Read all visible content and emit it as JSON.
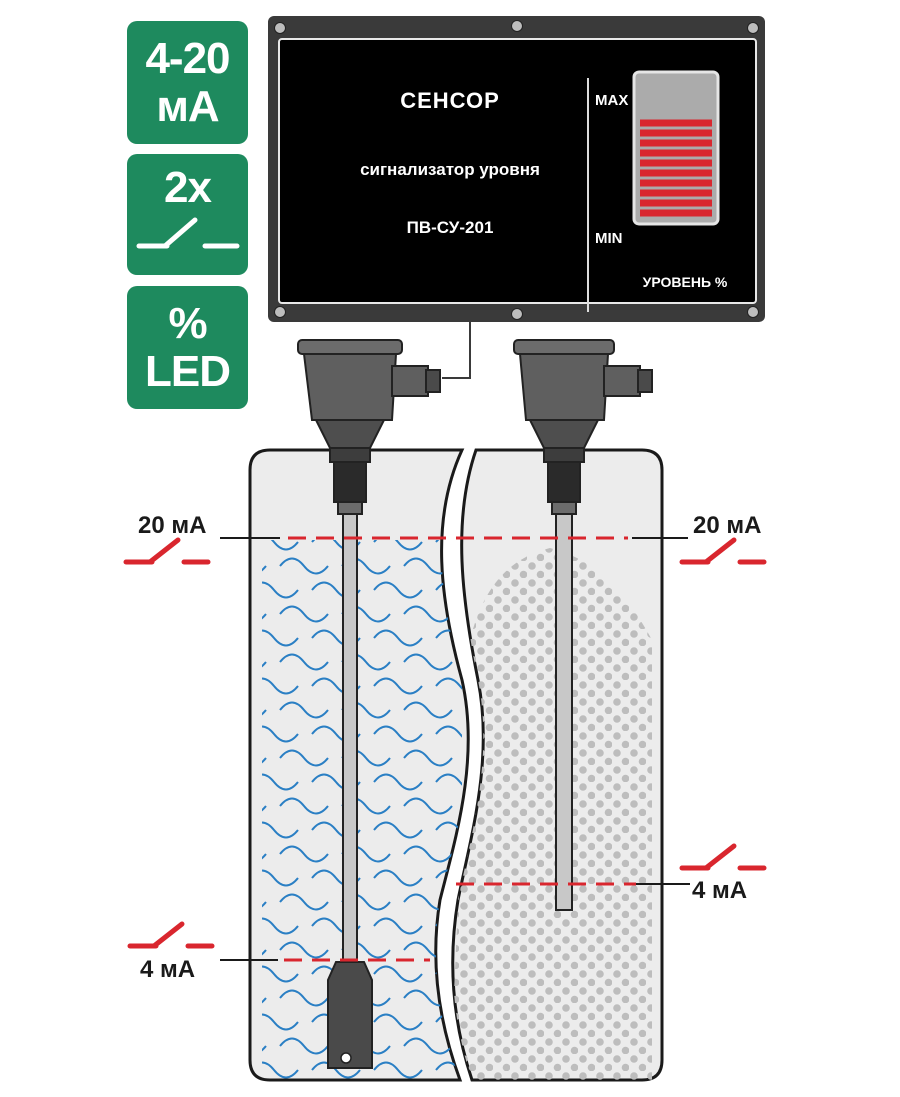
{
  "badges": {
    "current": {
      "line1": "4-20",
      "line2": "мА"
    },
    "relay": {
      "line1": "2x"
    },
    "led": {
      "line1": "%",
      "line2": "LED"
    }
  },
  "controller": {
    "brand": "СЕНСОР",
    "description": "сигнализатор уровня",
    "model": "ПВ-СУ-201",
    "bar_max_label": "MAX",
    "bar_min_label": "MIN",
    "level_caption": "УРОВЕНЬ %",
    "level_fraction": 0.7
  },
  "levels": {
    "left_high": "20 мА",
    "right_high": "20 мА",
    "left_low": "4 мА",
    "right_low": "4 мА"
  },
  "colors": {
    "badge": "#1e8a5e",
    "alarm": "#d9262e",
    "wave": "#2a7fc4",
    "tank": "#ececec",
    "granule": "#bdbdbd",
    "sensor": "#5f5f5f"
  }
}
